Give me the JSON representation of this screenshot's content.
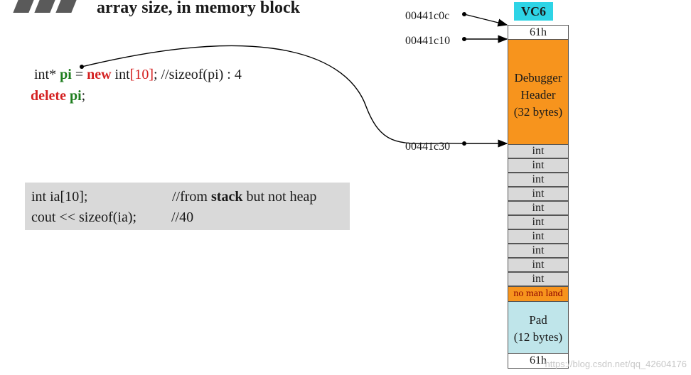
{
  "title": "array size, in memory block",
  "code": {
    "line1": {
      "type": "int* ",
      "var": "pi",
      "assign": " = ",
      "kw_new": "new",
      "type2": " int",
      "bracket": "[10]",
      "rest": ";   //sizeof(pi) : 4"
    },
    "line2": {
      "kw_delete": "delete",
      "space": " ",
      "var": "pi",
      "semi": ";"
    }
  },
  "stack_box": {
    "row1": {
      "code": "int ia[10];",
      "comment_prefix": "//from ",
      "comment_bold": "stack",
      "comment_suffix": " but not heap"
    },
    "row2": {
      "code": "cout << sizeof(ia);",
      "comment": "//40"
    }
  },
  "addresses": [
    "00441c0c",
    "00441c10",
    "00441c30"
  ],
  "block_label": "VC6",
  "memory_block": {
    "top_cookie": "61h",
    "debugger_header": [
      "Debugger",
      "Header",
      "(32 bytes)"
    ],
    "ints": [
      "int",
      "int",
      "int",
      "int",
      "int",
      "int",
      "int",
      "int",
      "int",
      "int"
    ],
    "no_mans_land": "no man land",
    "pad": [
      "Pad",
      "(12 bytes)"
    ],
    "bottom_cookie": "61h"
  },
  "colors": {
    "debugger_header": "#f7941d",
    "no_mans_land": "#f7941d",
    "pad": "#bfe5ea",
    "int_cell": "#d9d9d9",
    "vc6_label": "#2ed4e6",
    "keyword_green": "#1e7d1e",
    "keyword_red": "#d42020"
  },
  "watermark": "https://blog.csdn.net/qq_42604176"
}
